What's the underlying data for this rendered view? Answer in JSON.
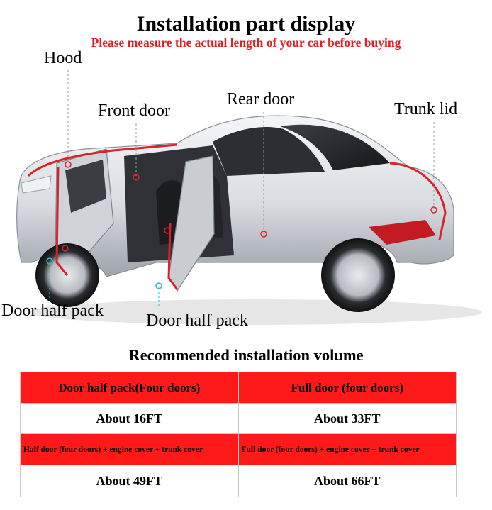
{
  "header": {
    "title": "Installation part display",
    "subtitle": "Please measure the actual length of your car before buying"
  },
  "labels": {
    "hood": "Hood",
    "front_door": "Front door",
    "rear_door": "Rear door",
    "trunk_lid": "Trunk lid",
    "door_half_pack_left": "Door half pack",
    "door_half_pack_center": "Door half pack"
  },
  "colors": {
    "accent_red": "#e32020",
    "table_header_red": "#ff1a1a",
    "strip_line": "#d8232a",
    "callout_cyan": "#2bb8c8"
  },
  "volume": {
    "title": "Recommended installation volume",
    "rows": [
      {
        "left": "Door half pack(Four doors)",
        "right": "Full door (four doors)"
      },
      {
        "left": "About 16FT",
        "right": "About 33FT"
      },
      {
        "left": "Half door (four doors) + engine cover + trunk cover",
        "right": "Full door (four doors) + engine cover + trunk cover"
      },
      {
        "left": "About 49FT",
        "right": "About 66FT"
      }
    ]
  }
}
